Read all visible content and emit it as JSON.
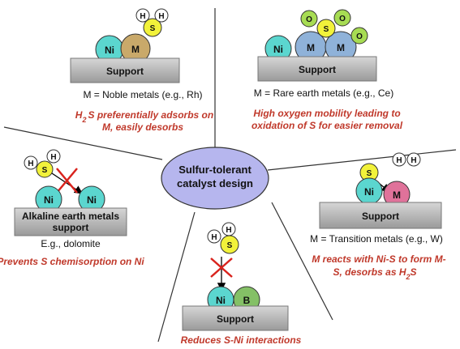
{
  "center": {
    "line1": "Sulfur-tolerant",
    "line2": "catalyst design"
  },
  "atoms": {
    "ni": "Ni",
    "m": "M",
    "h": "H",
    "s": "S",
    "o": "O",
    "b": "B"
  },
  "support_label": "Support",
  "panel_noble": {
    "caption": "M = Noble metals (e.g., Rh)",
    "red_line1_pre": "H",
    "red_line1_sub": "2",
    "red_line1_post": "S preferentially adsorbs on",
    "red_line2": "M, easily desorbs"
  },
  "panel_rare": {
    "caption": "M = Rare earth metals (e.g., Ce)",
    "red_line1": "High oxygen mobility leading to",
    "red_line2": "oxidation of S for easier removal"
  },
  "panel_alkaline": {
    "support_line1": "Alkaline earth metals",
    "support_line2": "support",
    "caption": "E.g., dolomite",
    "red": "Prevents S chemisorption on Ni"
  },
  "panel_transition": {
    "caption": "M = Transition metals (e.g., W)",
    "red_line1": "M reacts with Ni-S to form M-",
    "red_line2_pre": "S, desorbs as H",
    "red_line2_sub": "2",
    "red_line2_post": "S"
  },
  "panel_boron": {
    "red": "Reduces S-Ni interactions"
  },
  "colors": {
    "ni": "#5bd6cf",
    "noble_m": "#c9a96a",
    "rare_m": "#8fb2d9",
    "trans_m": "#e0729a",
    "s": "#f2f23a",
    "o": "#a7dc53",
    "b": "#84c066",
    "h": "#ffffff",
    "ellipse": "#b6b6ee",
    "support_top": "#bfbfbf",
    "support_side": "#7f7f7f",
    "red_text": "#c0392b",
    "cross": "#d9231d"
  }
}
